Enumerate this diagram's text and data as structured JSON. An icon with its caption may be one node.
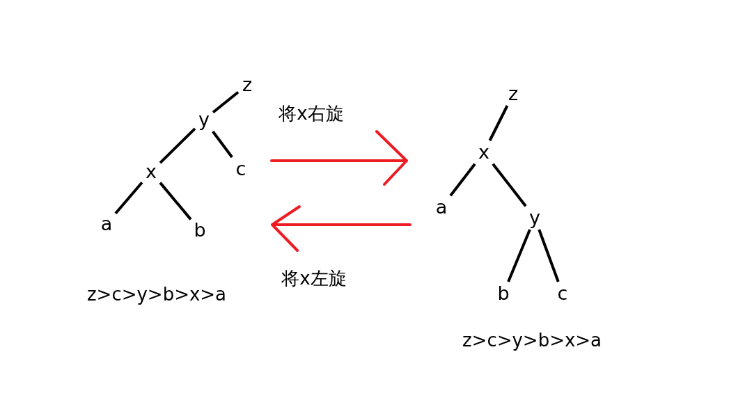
{
  "diagram": {
    "nodes": [
      {
        "text": [
          "z"
        ]
      },
      {
        "text": [
          "y"
        ]
      },
      {
        "text": [
          "x"
        ]
      },
      {
        "text": [
          "c"
        ]
      },
      {
        "text": [
          "a"
        ]
      },
      {
        "text": [
          "b"
        ]
      },
      {
        "text": [
          "z"
        ]
      },
      {
        "text": [
          "x"
        ]
      },
      {
        "text": [
          "a"
        ]
      },
      {
        "text": [
          "y"
        ]
      },
      {
        "text": [
          "b"
        ]
      },
      {
        "text": [
          "c"
        ]
      }
    ],
    "edges": [
      {
        "from": 0,
        "to": 1,
        "arrow": "none"
      },
      {
        "from": 1,
        "to": 2,
        "arrow": "none"
      },
      {
        "from": 1,
        "to": 3,
        "arrow": "none"
      },
      {
        "from": 2,
        "to": 4,
        "arrow": "none"
      },
      {
        "from": 2,
        "to": 5,
        "arrow": "none"
      },
      {
        "from": 6,
        "to": 7,
        "arrow": "none"
      },
      {
        "from": 7,
        "to": 8,
        "arrow": "none"
      },
      {
        "from": 7,
        "to": 9,
        "arrow": "none"
      },
      {
        "from": 9,
        "to": 10,
        "arrow": "none"
      },
      {
        "from": 9,
        "to": 11,
        "arrow": "none"
      }
    ],
    "labels": [
      "将x右旋",
      "将x左旋",
      "z>c>y>b>x>a",
      "z>c>y>b>x>a"
    ]
  }
}
